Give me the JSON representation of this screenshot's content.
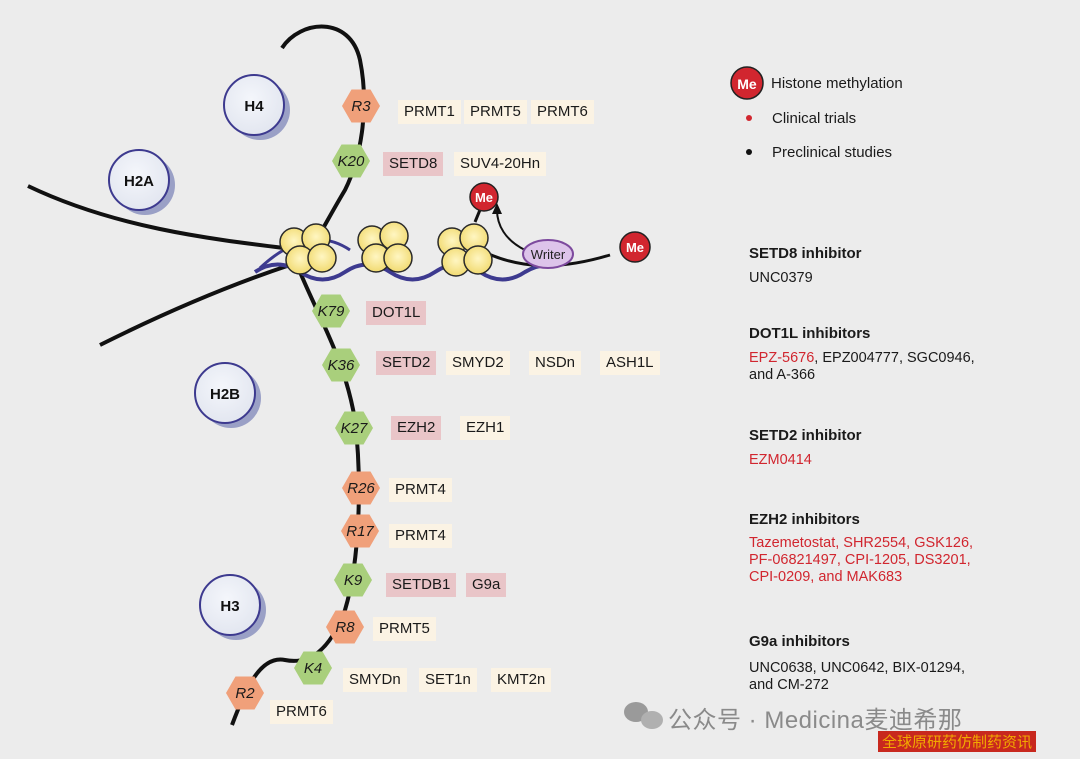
{
  "histones": {
    "h4": "H4",
    "h2a": "H2A",
    "h2b": "H2B",
    "h3": "H3"
  },
  "me": {
    "top": "Me",
    "right": "Me",
    "legend": "Me"
  },
  "writer": "Writer",
  "residues": {
    "r3": "R3",
    "k20": "K20",
    "k79": "K79",
    "k36": "K36",
    "k27": "K27",
    "r26": "R26",
    "r17": "R17",
    "k9": "K9",
    "r8": "R8",
    "k4": "K4",
    "r2": "R2"
  },
  "enzymes": {
    "prmt1": "PRMT1",
    "prmt5_a": "PRMT5",
    "prmt6_a": "PRMT6",
    "setd8": "SETD8",
    "suv420": "SUV4-20Hn",
    "dot1l": "DOT1L",
    "setd2": "SETD2",
    "smyd2": "SMYD2",
    "nsdn": "NSDn",
    "ash1l": "ASH1L",
    "ezh2": "EZH2",
    "ezh1": "EZH1",
    "prmt4_a": "PRMT4",
    "prmt4_b": "PRMT4",
    "setdb1": "SETDB1",
    "g9a": "G9a",
    "prmt5_b": "PRMT5",
    "smydn": "SMYDn",
    "set1n": "SET1n",
    "kmt2n": "KMT2n",
    "prmt6_b": "PRMT6"
  },
  "legend": {
    "histone_methylation": "Histone methylation",
    "clinical": "Clinical trials",
    "preclinical": "Preclinical studies"
  },
  "inhibitors": {
    "setd8": {
      "title": "SETD8 inhibitor",
      "line1": "UNC0379"
    },
    "dot1l": {
      "title": "DOT1L inhibitors",
      "red1": "EPZ-5676",
      "rest1": ", EPZ004777, SGC0946,",
      "line2": "and A-366"
    },
    "setd2": {
      "title": "SETD2 inhibitor",
      "red1": "EZM0414"
    },
    "ezh2": {
      "title": "EZH2 inhibitors",
      "line1": "Tazemetostat, SHR2554, GSK126,",
      "line2": "PF-06821497, CPI-1205, DS3201,",
      "line3": "CPI-0209, and MAK683"
    },
    "g9a": {
      "title": "G9a inhibitors",
      "line1": "UNC0638, UNC0642, BIX-01294,",
      "line2": "and CM-272"
    }
  },
  "watermark": {
    "main": "公众号 · Medicina麦迪希那",
    "sub": "全球原研药仿制药资讯"
  },
  "colors": {
    "red": "#d1262f",
    "hex_orange": "#f0a07a",
    "hex_green": "#a9cf7c",
    "pink_box": "#e9c5c8",
    "cream_box": "#fbf3e4",
    "histone_ring": "#4a4a8c"
  }
}
